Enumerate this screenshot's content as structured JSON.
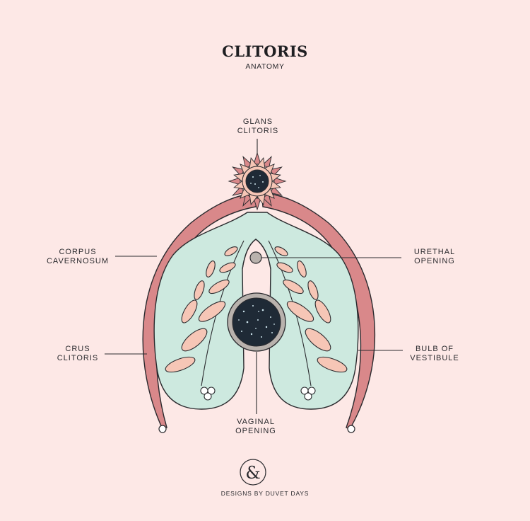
{
  "header": {
    "title": "CLITORIS",
    "subtitle": "ANATOMY"
  },
  "labels": {
    "glans": [
      "GLANS",
      "CLITORIS"
    ],
    "corpus": [
      "CORPUS",
      "CAVERNOSUM"
    ],
    "crus": [
      "CRUS",
      "CLITORIS"
    ],
    "urethral": [
      "URETHAL",
      "OPENING"
    ],
    "bulb": [
      "BULB OF",
      "VESTIBULE"
    ],
    "vaginal": [
      "VAGINAL",
      "OPENING"
    ]
  },
  "brand": {
    "logo_symbol": "&",
    "credit": "DESIGNS BY DUVET DAYS"
  },
  "colors": {
    "background": "#fde8e6",
    "crura": "#d9888a",
    "bulbs": "#cde9df",
    "leaf": "#f6c6b6",
    "outline": "#2a2a2e",
    "opening_dark": "#1f2a36",
    "opening_ring": "#b9b2ad"
  }
}
